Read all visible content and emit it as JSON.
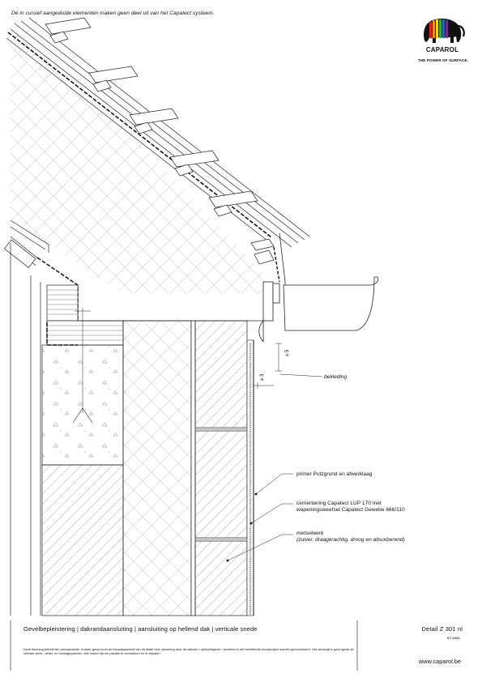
{
  "header": {
    "note": "De in cursief aangeduide elementen maken geen deel uit van het Capatect systeem."
  },
  "logo": {
    "brand": "CAPAROL",
    "tagline": "THE POWER OF SURFACE.",
    "colors": [
      "#e2261c",
      "#f39200",
      "#ffd500",
      "#2fa84f",
      "#1d6fb8",
      "#7b2d8e",
      "#111111"
    ]
  },
  "labels": {
    "bekleding": "bekleding",
    "primer": "primer Putzgrund en afwerklaag",
    "cementering_line1": "cementering Capatect LUP 170 met",
    "cementering_line2": "wapeningsweefsel Capatect Gewebe 666/110",
    "metselwerk_line1": "metselwerk",
    "metselwerk_line2": "(zuiver, draagkrachtig, droog en absorberend)"
  },
  "dimensions": {
    "vertical": "≥ 5",
    "horizontal": "≥ 3"
  },
  "footer": {
    "title": "Gevelbepleistering | dakrandaansluiting | aansluiting op hellend dak | verticale snede",
    "detail": "Detail Z 301 nl",
    "date": "07 2021",
    "disclaimer": "Deze tekening betreft een principedetail. In ieder geval moet de toepasbaarheid van dit detail vóór uitvoering door de vakman / opdrachtgever / architect in het betreffende bouwproject worden gecontroleerd. Het vervangt in geen geval de vereiste werk-, detail- en montageplannen. Alle maten zijn ter plaatse te controleren en te bepalen.",
    "url": "www.caparol.be"
  }
}
